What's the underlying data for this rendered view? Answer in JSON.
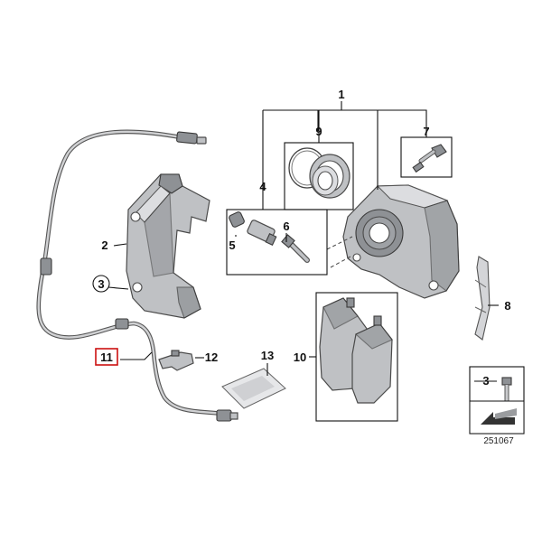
{
  "diagram": {
    "callouts": {
      "c1": "1",
      "c2": "2",
      "c3": "3",
      "c4": "4",
      "c5": "5",
      "c6": "6",
      "c7": "7",
      "c8": "8",
      "c9": "9",
      "c10": "10",
      "c11": "11",
      "c12": "12",
      "c13": "13",
      "c3b": "3"
    },
    "highlight_color": "#cc1111",
    "reference_number": "251067"
  }
}
